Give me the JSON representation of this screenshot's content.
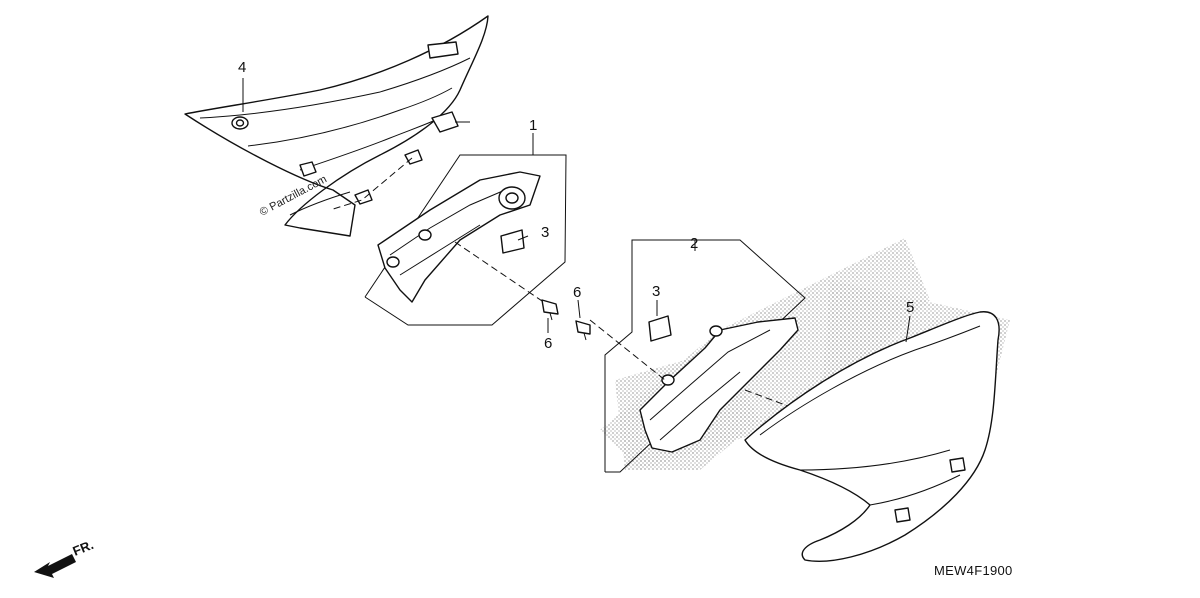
{
  "diagram": {
    "code": "MEW4F1900",
    "direction_label": "FR.",
    "watermark": "© Partzilla.com",
    "callouts": {
      "c1": "1",
      "c2": "2",
      "c3a": "3",
      "c3b": "3",
      "c4": "4",
      "c5": "5",
      "c6a": "6",
      "c6b": "6"
    }
  }
}
